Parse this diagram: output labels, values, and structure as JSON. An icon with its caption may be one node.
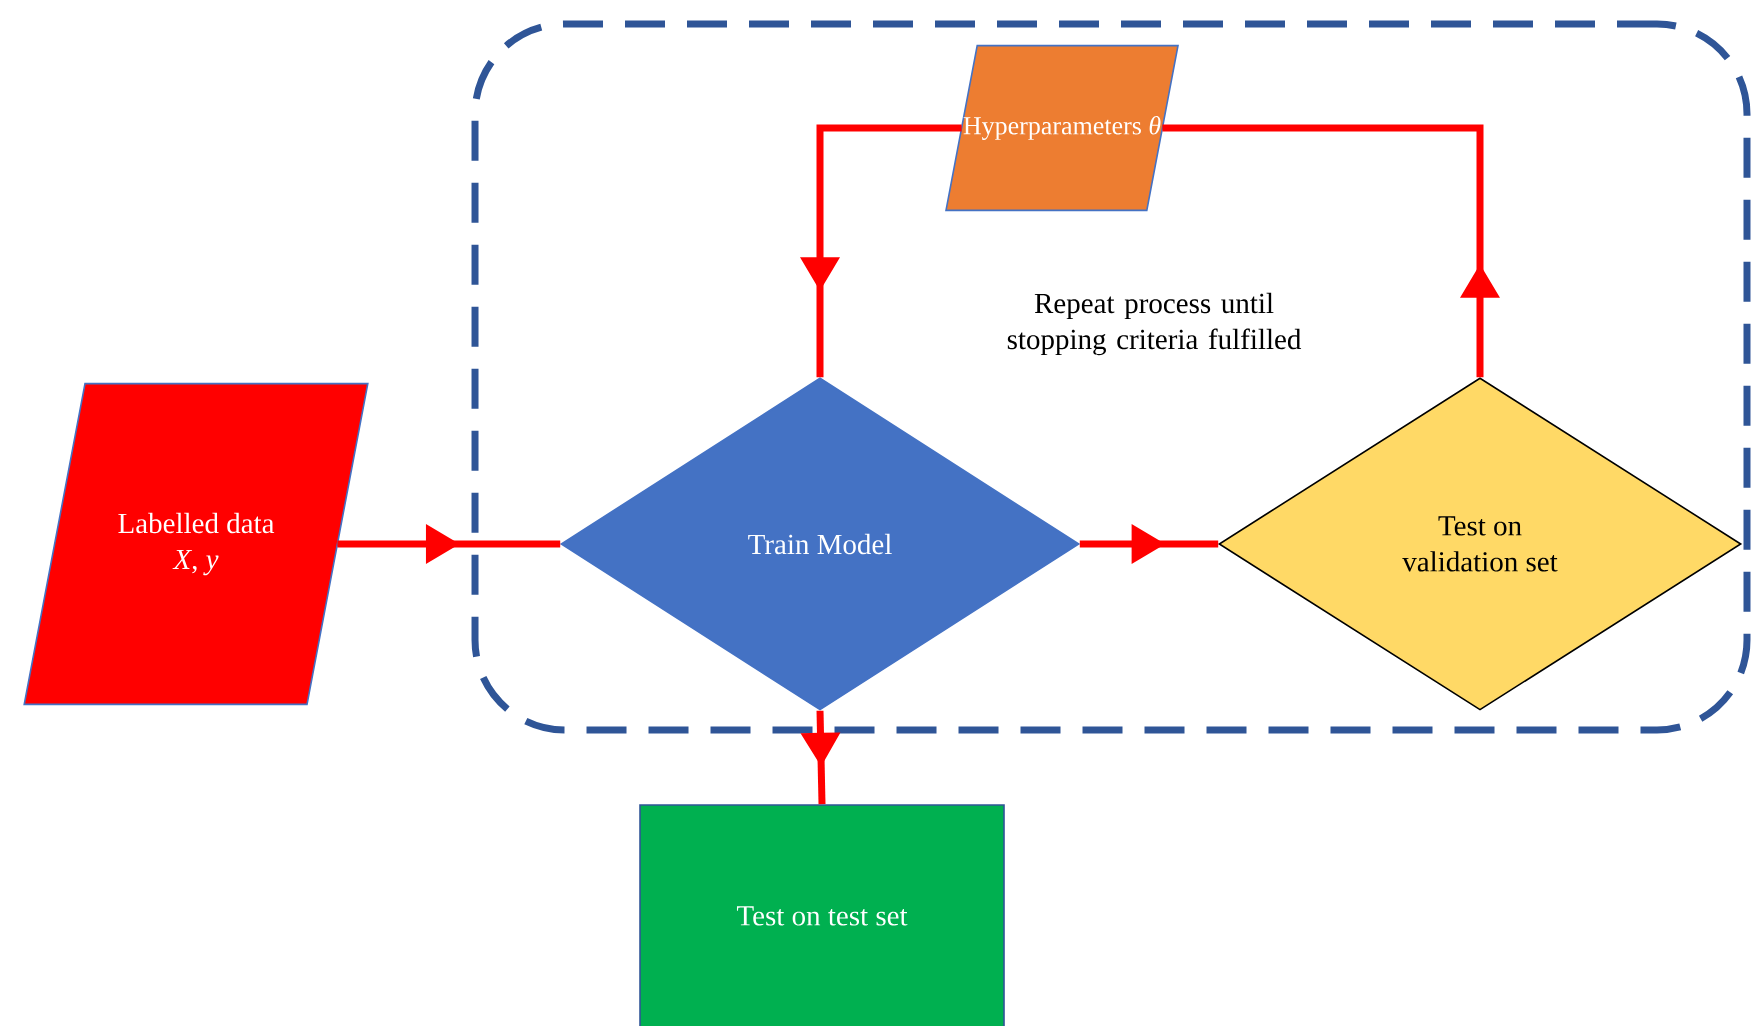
{
  "diagram": {
    "nodes": [
      {
        "text": [
          "Labelled data *X*, *y*"
        ]
      },
      {
        "text": [
          "Repeat process until stopping criteria fulfilled"
        ]
      },
      {
        "text": [
          "Hyperparameters *θ*"
        ],
        "in": 1
      },
      {
        "text": [
          "Train Model"
        ],
        "in": 1
      },
      {
        "text": [
          "Test on validation set"
        ],
        "in": 1
      },
      {
        "text": [
          "Test on test set"
        ]
      }
    ],
    "edges": [
      {
        "from": 0,
        "to": 3,
        "arrow": "to"
      },
      {
        "from": 3,
        "to": 4,
        "arrow": "to"
      },
      {
        "from": 4,
        "to": 2,
        "arrow": "to"
      },
      {
        "from": 2,
        "to": 3,
        "arrow": "to"
      },
      {
        "from": 3,
        "to": 5,
        "arrow": "to"
      }
    ]
  }
}
